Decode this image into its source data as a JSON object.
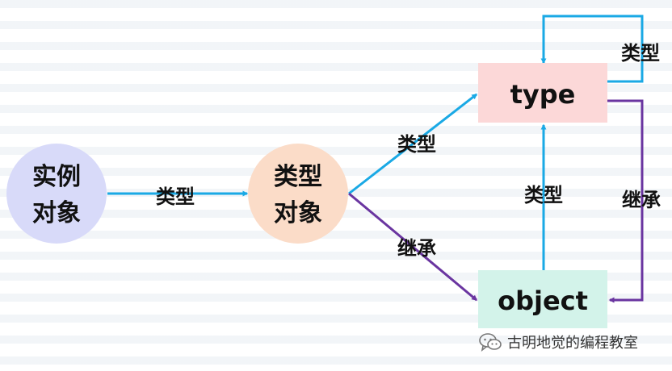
{
  "nodes": {
    "instance_object": {
      "line1": "实例",
      "line2": "对象",
      "fill": "#d8daf9"
    },
    "class_object": {
      "line1": "类型",
      "line2": "对象",
      "fill": "#fbdcc8"
    },
    "type_box": {
      "label": "type",
      "fill": "#fcd8d8"
    },
    "object_box": {
      "label": "object",
      "fill": "#d3f3ea"
    }
  },
  "edges": {
    "instance_to_class": "类型",
    "class_to_type": "类型",
    "class_to_object": "继承",
    "type_self_loop": "类型",
    "object_to_type": "类型",
    "type_to_object": "继承"
  },
  "colors": {
    "type_relation": "#1aa9e5",
    "inherit_relation": "#6a35a0"
  },
  "watermark": {
    "text": "古明地觉的编程教室",
    "icon": "wechat-icon"
  }
}
